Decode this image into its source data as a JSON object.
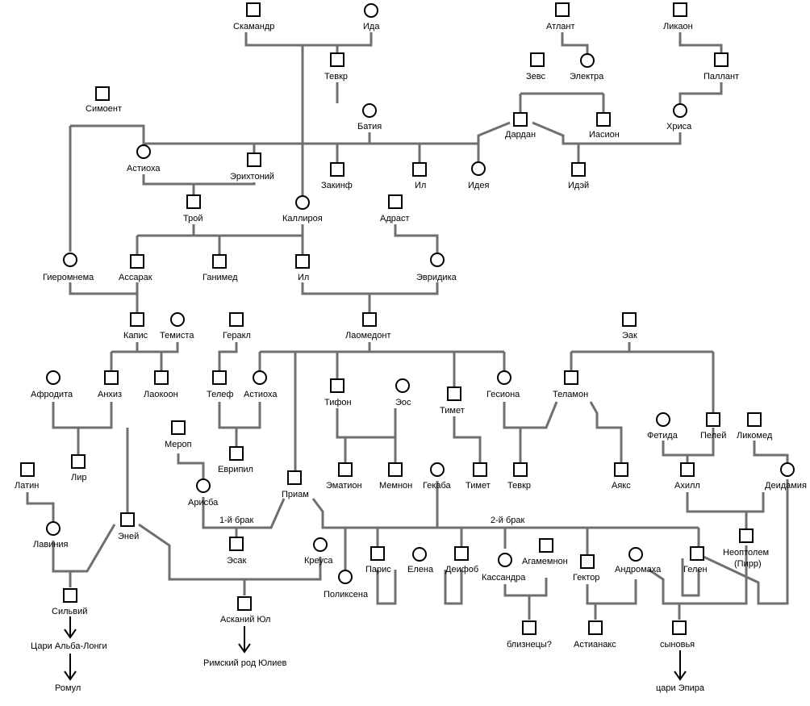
{
  "people": {
    "scamander": "Скамандр",
    "ida": "Ида",
    "atlas": "Атлант",
    "lycaon": "Ликаон",
    "teucer_old": "Тевкр",
    "zeus": "Зевс",
    "electra": "Электра",
    "pallas": "Паллант",
    "simoeis": "Симоент",
    "batia": "Батия",
    "dardanus": "Дардан",
    "iasion": "Иасион",
    "chryse": "Хриса",
    "astyoche_1": "Астиоха",
    "erichthonius": "Эрихтоний",
    "zakinthos": "Закинф",
    "ilus_old": "Ил",
    "idaea": "Идея",
    "idaeus": "Идэй",
    "tros": "Трой",
    "callirrhoe": "Каллироя",
    "adrastus": "Адраст",
    "hieromneme": "Гиеромнема",
    "assaracus": "Ассарак",
    "ganymede": "Ганимед",
    "ilus": "Ил",
    "eurydice": "Эвридика",
    "capys": "Капис",
    "themiste": "Темиста",
    "heracles": "Геракл",
    "laomedon": "Лаомедонт",
    "aeacus": "Эак",
    "aphrodite": "Афродита",
    "anchises": "Анхиз",
    "laocoon": "Лаокоон",
    "telephus": "Телеф",
    "astyoche_2": "Астиоха",
    "tithonus": "Тифон",
    "eos": "Эос",
    "thymoetes": "Тимет",
    "hesione": "Гесиона",
    "telamon": "Теламон",
    "merops": "Мероп",
    "lyrus": "Лир",
    "eurypylus": "Еврипил",
    "emathion": "Эматион",
    "memnon": "Мемнон",
    "thymoetes_jr": "Тимет",
    "teucer": "Тевкр",
    "ajax": "Аякс",
    "thetis": "Фетида",
    "peleus": "Пелей",
    "lycomedes": "Ликомед",
    "latinus": "Латин",
    "arisbe": "Арисба",
    "priam": "Приам",
    "hecuba": "Гекаба",
    "achilles": "Ахилл",
    "deidamia": "Деидамия",
    "lavinia": "Лавиния",
    "aeneas": "Эней",
    "aesacus": "Эсак",
    "creusa": "Креуса",
    "polyxena": "Поликсена",
    "paris": "Парис",
    "helen": "Елена",
    "deiphobus": "Деифоб",
    "cassandra": "Кассандра",
    "agamemnon": "Агамемнон",
    "hector": "Гектор",
    "andromache": "Андромаха",
    "helenus": "Гелен",
    "neoptolemus_1": "Неоптолем",
    "neoptolemus_2": "(Пирр)",
    "silvius": "Сильвий",
    "ascanius": "Асканий Юл",
    "twins": "близнецы?",
    "astyanax": "Астианакс",
    "sons": "сыновья"
  },
  "descendants": {
    "alba_longa": "Цари Альба-Лонги",
    "romulus": "Ромул",
    "julii": "Римский род Юлиев",
    "epirus": "цари Эпира"
  },
  "marriages": {
    "first": "1-й брак",
    "second": "2-й брак"
  }
}
